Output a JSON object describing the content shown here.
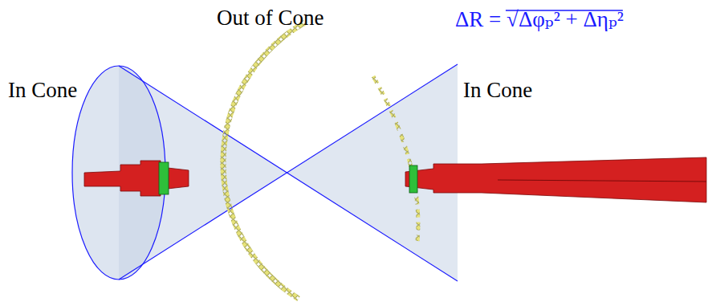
{
  "diagram": {
    "labels": [
      "Out of Cone",
      "ΔR = √Δφₚ² + Δηₚ²",
      "In Cone",
      "In Cone"
    ]
  }
}
